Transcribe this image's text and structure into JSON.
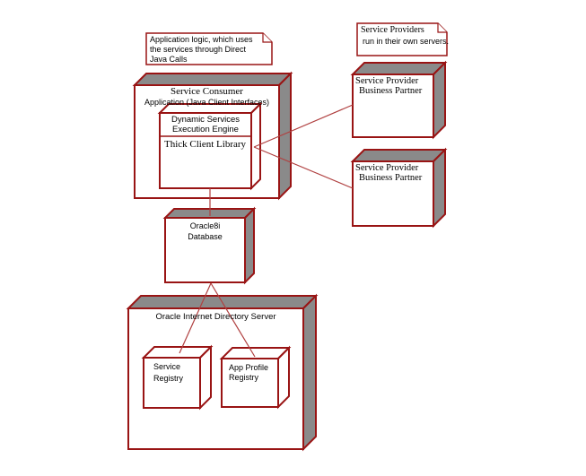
{
  "colors": {
    "border": "#991414",
    "face": "#8a8a8a",
    "connector": "#b04040",
    "background": "#ffffff"
  },
  "notes": {
    "app_logic": {
      "line1": "Application logic, which uses",
      "line2": "the services through Direct",
      "line3": "Java Calls"
    },
    "providers": {
      "line1": "Service Providers",
      "line2": "run in their own servers."
    }
  },
  "nodes": {
    "service_consumer": {
      "line1": "Service Consumer",
      "line2": "Application (Java Client Interfaces)"
    },
    "execution_engine": {
      "line1": "Dynamic Services",
      "line2": "Execution Engine"
    },
    "thick_client": {
      "label": "Thick Client Library"
    },
    "provider_top": {
      "line1": "Service Provider",
      "line2": "Business Partner"
    },
    "provider_bottom": {
      "line1": "Service Provider",
      "line2": "Business Partner"
    },
    "database": {
      "line1": "Oracle8i",
      "line2": "Database"
    },
    "directory_server": {
      "label": "Oracle Internet Directory Server"
    },
    "service_registry": {
      "line1": "Service",
      "line2": "Registry"
    },
    "app_profile_registry": {
      "line1": "App Profile",
      "line2": "Registry"
    }
  }
}
